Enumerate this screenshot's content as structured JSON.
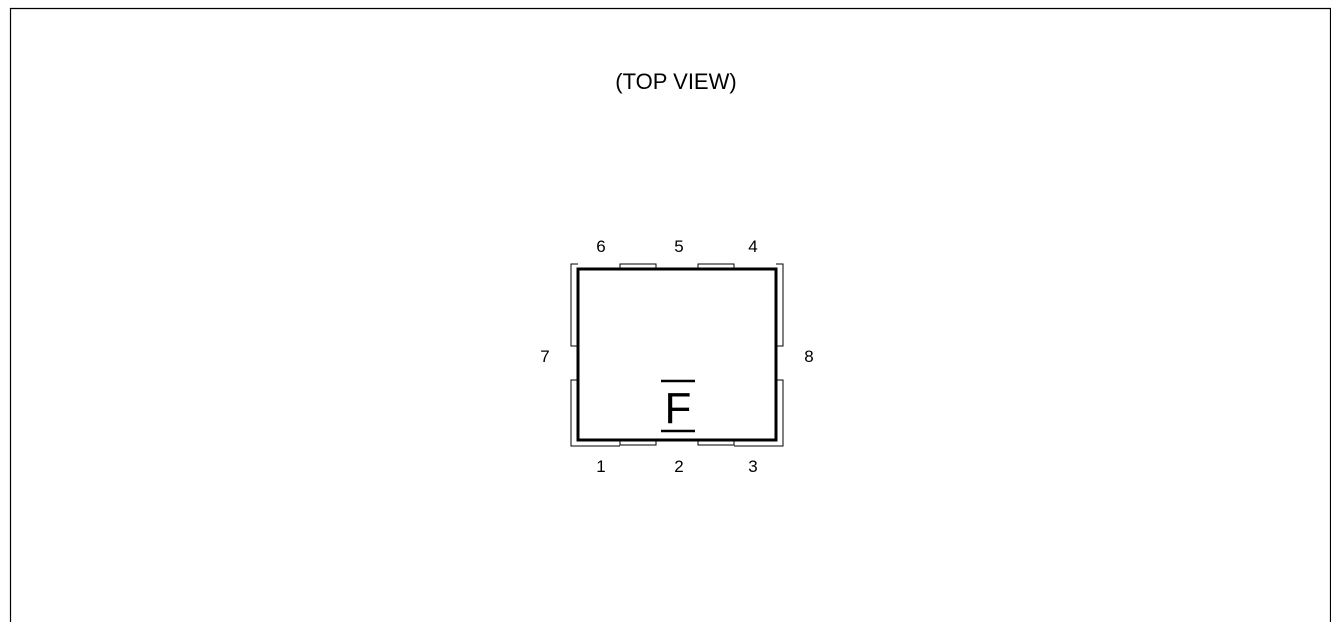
{
  "view_label": "(TOP VIEW)",
  "marking": "F",
  "pins": {
    "p1": "1",
    "p2": "2",
    "p3": "3",
    "p4": "4",
    "p5": "5",
    "p6": "6",
    "p7": "7",
    "p8": "8"
  }
}
